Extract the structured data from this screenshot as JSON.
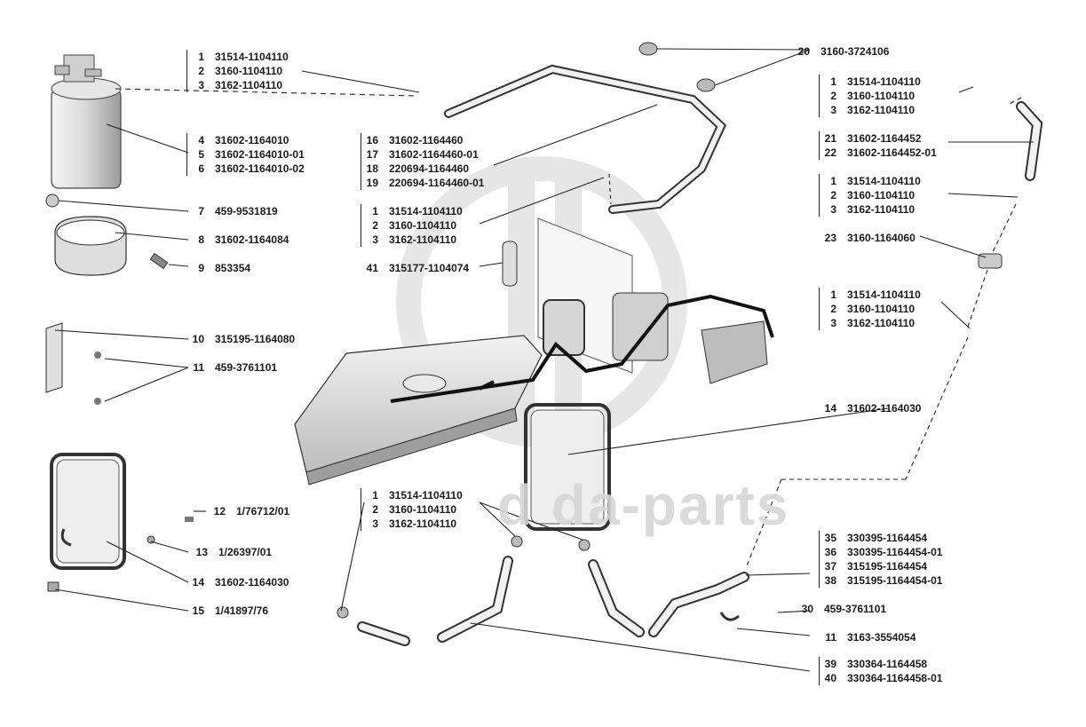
{
  "watermark": "d da-parts",
  "callouts": [
    {
      "id": "g1",
      "items": [
        [
          "1",
          "31514-1104110"
        ],
        [
          "2",
          "3160-1104110"
        ],
        [
          "3",
          "3162-1104110"
        ]
      ]
    },
    {
      "id": "g2",
      "items": [
        [
          "4",
          "31602-1164010"
        ],
        [
          "5",
          "31602-1164010-01"
        ],
        [
          "6",
          "31602-1164010-02"
        ]
      ]
    },
    {
      "id": "g3",
      "items": [
        [
          "7",
          "459-9531819"
        ]
      ]
    },
    {
      "id": "g4",
      "items": [
        [
          "8",
          "31602-1164084"
        ]
      ]
    },
    {
      "id": "g5",
      "items": [
        [
          "9",
          "853354"
        ]
      ]
    },
    {
      "id": "g6",
      "items": [
        [
          "10",
          "315195-1164080"
        ]
      ]
    },
    {
      "id": "g7",
      "items": [
        [
          "11",
          "459-3761101"
        ]
      ]
    },
    {
      "id": "g8",
      "items": [
        [
          "12",
          "1/76712/01"
        ]
      ]
    },
    {
      "id": "g9",
      "items": [
        [
          "13",
          "1/26397/01"
        ]
      ]
    },
    {
      "id": "g10",
      "items": [
        [
          "14",
          "31602-1164030"
        ]
      ]
    },
    {
      "id": "g11",
      "items": [
        [
          "15",
          "1/41897/76"
        ]
      ]
    },
    {
      "id": "g12",
      "items": [
        [
          "16",
          "31602-1164460"
        ],
        [
          "17",
          "31602-1164460-01"
        ],
        [
          "18",
          "220694-1164460"
        ],
        [
          "19",
          "220694-1164460-01"
        ]
      ]
    },
    {
      "id": "g13",
      "items": [
        [
          "1",
          "31514-1104110"
        ],
        [
          "2",
          "3160-1104110"
        ],
        [
          "3",
          "3162-1104110"
        ]
      ]
    },
    {
      "id": "g14",
      "items": [
        [
          "41",
          "315177-1104074"
        ]
      ]
    },
    {
      "id": "g15",
      "items": [
        [
          "20",
          "3160-3724106"
        ]
      ]
    },
    {
      "id": "g16",
      "items": [
        [
          "1",
          "31514-1104110"
        ],
        [
          "2",
          "3160-1104110"
        ],
        [
          "3",
          "3162-1104110"
        ]
      ]
    },
    {
      "id": "g17",
      "items": [
        [
          "21",
          "31602-1164452"
        ],
        [
          "22",
          "31602-1164452-01"
        ]
      ]
    },
    {
      "id": "g18",
      "items": [
        [
          "1",
          "31514-1104110"
        ],
        [
          "2",
          "3160-1104110"
        ],
        [
          "3",
          "3162-1104110"
        ]
      ]
    },
    {
      "id": "g19",
      "items": [
        [
          "23",
          "3160-1164060"
        ]
      ]
    },
    {
      "id": "g20",
      "items": [
        [
          "1",
          "31514-1104110"
        ],
        [
          "2",
          "3160-1104110"
        ],
        [
          "3",
          "3162-1104110"
        ]
      ]
    },
    {
      "id": "g21",
      "items": [
        [
          "14",
          "31602-1164030"
        ]
      ]
    },
    {
      "id": "g22",
      "items": [
        [
          "1",
          "31514-1104110"
        ],
        [
          "2",
          "3160-1104110"
        ],
        [
          "3",
          "3162-1104110"
        ]
      ]
    },
    {
      "id": "g23",
      "items": [
        [
          "35",
          "330395-1164454"
        ],
        [
          "36",
          "330395-1164454-01"
        ],
        [
          "37",
          "315195-1164454"
        ],
        [
          "38",
          "315195-1164454-01"
        ]
      ]
    },
    {
      "id": "g24",
      "items": [
        [
          "30",
          "459-3761101"
        ]
      ]
    },
    {
      "id": "g25",
      "items": [
        [
          "11",
          "3163-3554054"
        ]
      ]
    },
    {
      "id": "g26",
      "items": [
        [
          "39",
          "330364-1164458"
        ],
        [
          "40",
          "330364-1164458-01"
        ]
      ]
    }
  ]
}
